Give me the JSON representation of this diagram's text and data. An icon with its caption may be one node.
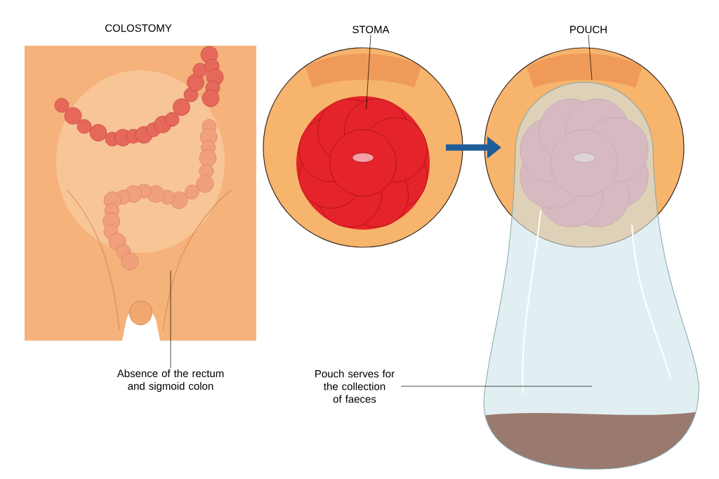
{
  "diagram": {
    "nodes": [
      {
        "text": [
          "STOMA"
        ]
      },
      {
        "text": [
          "POUCH"
        ]
      },
      {
        "text": [],
        "shape": "picture"
      },
      {
        "text": [],
        "shape": "circle"
      },
      {
        "text": [],
        "shape": "picture",
        "in": 3
      },
      {
        "text": [],
        "shape": "circle"
      },
      {
        "text": [],
        "shape": "picture"
      },
      {
        "text": [
          "Absence of the rectum and sigmoid colon"
        ]
      },
      {
        "text": [
          "Pouch serves for the collection of faeces"
        ]
      }
    ],
    "edges": [
      {
        "from": 0,
        "to": 4,
        "arrow": "none"
      },
      {
        "from": 1,
        "to": 6,
        "arrow": "none"
      },
      {
        "from": 3,
        "to": 5,
        "arrow": "to",
        "style": "thick",
        "color": "#1f5c99"
      },
      {
        "from": 7,
        "to": 2,
        "arrow": "none"
      },
      {
        "from": 8,
        "to": 6,
        "arrow": "none"
      }
    ],
    "labels": [
      "COLOSTOMY"
    ]
  }
}
